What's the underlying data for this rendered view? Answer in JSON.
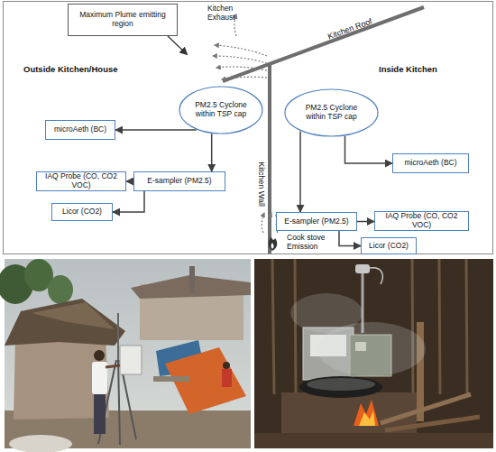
{
  "diagram": {
    "nodes": [
      {
        "text": [
          "Maximum Plume emitting region"
        ]
      },
      {
        "text": [
          "PM2.5 Cyclone within TSP cap"
        ]
      },
      {
        "text": [
          "microAeth (BC)"
        ]
      },
      {
        "text": [
          "E-sampler (PM2.5)"
        ]
      },
      {
        "text": [
          "IAQ Probe (CO, CO2 VOC)"
        ]
      },
      {
        "text": [
          "Licor (CO2)"
        ]
      },
      {
        "text": [
          "PM2.5 Cyclone within TSP cap"
        ]
      },
      {
        "text": [
          "microAeth (BC)"
        ]
      },
      {
        "text": [
          "E-sampler (PM2.5)"
        ]
      },
      {
        "text": [
          "IAQ Probe (CO, CO2 VOC)"
        ]
      },
      {
        "text": [
          "Licor (CO2)"
        ]
      }
    ],
    "edges": [
      {
        "from": 1,
        "to": 2,
        "arrow": "to"
      },
      {
        "from": 1,
        "to": 3,
        "arrow": "to"
      },
      {
        "from": 3,
        "to": 4,
        "arrow": "to"
      },
      {
        "from": 3,
        "to": 5,
        "arrow": "to"
      },
      {
        "from": 6,
        "to": 7,
        "arrow": "to"
      },
      {
        "from": 6,
        "to": 8,
        "arrow": "to"
      },
      {
        "from": 8,
        "to": 9,
        "arrow": "to"
      },
      {
        "from": 8,
        "to": 10,
        "arrow": "to"
      }
    ],
    "labels": [
      "Outside Kitchen/House",
      "Inside Kitchen",
      "Kitchen Exhaust",
      "Kitchen Roof",
      "Kitchen Wall",
      "Cook stove Emission"
    ]
  }
}
